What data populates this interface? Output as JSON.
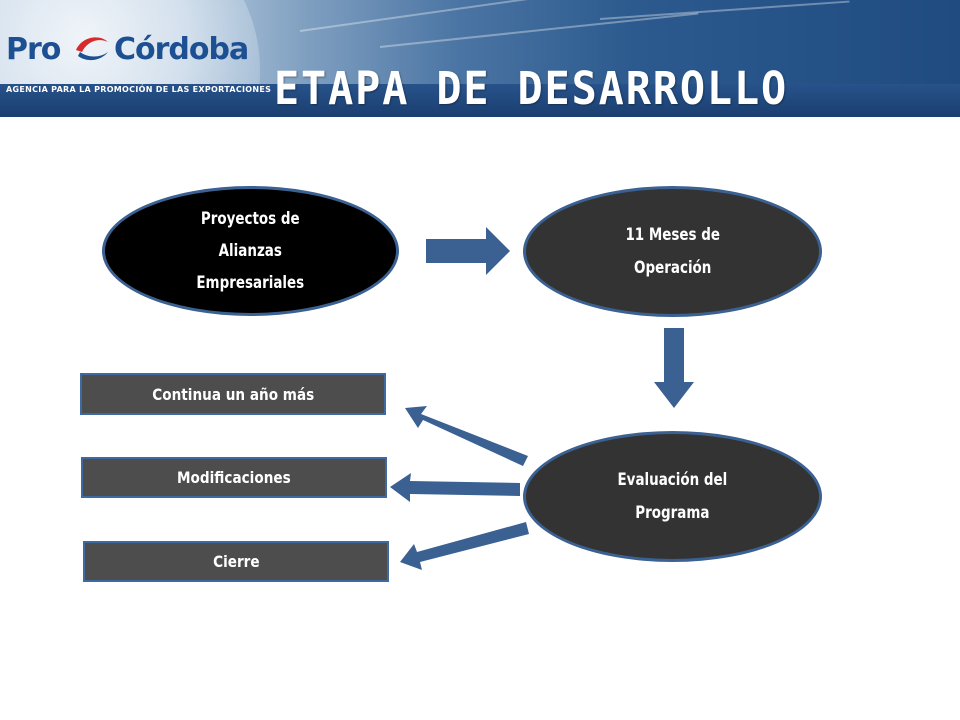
{
  "header": {
    "logo_pro": "Pro",
    "logo_cordoba": "Córdoba",
    "logo_tagline": "AGENCIA PARA LA PROMOCIÓN DE LAS EXPORTACIONES",
    "title": "ETAPA DE DESARROLLO"
  },
  "diagram": {
    "node_alianzas": "Proyectos de\nAlianzas\nEmpresariales",
    "node_operacion": "11 Meses de\nOperación",
    "node_evaluacion": "Evaluación del\nPrograma",
    "outcome_continua": "Continua un año más",
    "outcome_modificaciones": "Modificaciones",
    "outcome_cierre": "Cierre"
  },
  "colors": {
    "arrow": "#3a6192",
    "ellipse_border": "#3a6192",
    "box_fill": "#4d4d4d",
    "banner_dark": "#1f4b80"
  }
}
